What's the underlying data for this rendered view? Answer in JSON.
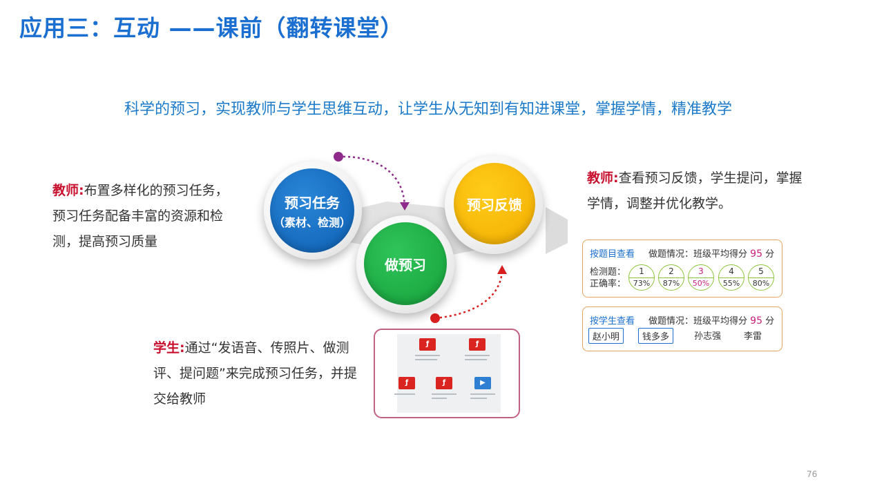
{
  "slide": {
    "title": "应用三：互动 ——课前（翻转课堂）",
    "subtitle": "科学的预习，实现教师与学生思维互动，让学生从无知到有知进课堂，掌握学情，精准教学",
    "page_number": "76"
  },
  "left_text": {
    "role": "教师:",
    "body": "布置多样化的预习任务，预习任务配备丰富的资源和检测，提高预习质量"
  },
  "right_text": {
    "role": "教师:",
    "body": "查看预习反馈，学生提问，掌握学情，调整并优化教学。"
  },
  "bottom_text": {
    "role": "学生:",
    "body": "通过“发语音、传照片、做测评、提问题”来完成预习任务，并提交给教师"
  },
  "circles": {
    "blue": {
      "main": "预习任务",
      "sub": "（素材、检测）",
      "color": "#0d5fb3"
    },
    "green": {
      "main": "做预习",
      "color": "#16a03a"
    },
    "yellow": {
      "main": "预习反馈",
      "color": "#f2ac00"
    }
  },
  "by_question_panel": {
    "title": "按题目查看",
    "info_label": "做题情况：班级平均得分",
    "score": "95",
    "unit": "分",
    "row_label_1": "检测题：",
    "row_label_2": "正确率：",
    "questions": [
      {
        "num": "1",
        "rate": "73%"
      },
      {
        "num": "2",
        "rate": "87%"
      },
      {
        "num": "3",
        "rate": "50%"
      },
      {
        "num": "4",
        "rate": "55%"
      },
      {
        "num": "5",
        "rate": "80%"
      }
    ]
  },
  "by_student_panel": {
    "title": "按学生查看",
    "info_label": "做题情况：班级平均得分",
    "score": "95",
    "unit": "分",
    "students": [
      "赵小明",
      "钱多多",
      "孙志强",
      "李雷"
    ]
  },
  "colors": {
    "title_blue": "#1a6fd0",
    "role_red": "#c8102e",
    "score_magenta": "#c8207a",
    "panel_border": "#e7a35a"
  }
}
